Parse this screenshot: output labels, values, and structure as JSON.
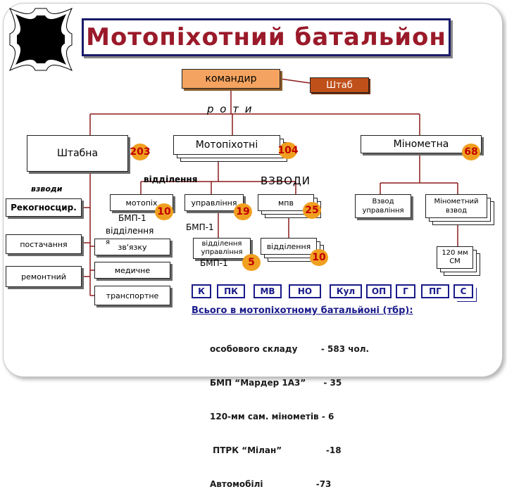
{
  "title": "Мотопіхотний батальйон",
  "commander": "командир",
  "staff": "Штаб",
  "companies_label": "р о т и",
  "companies": [
    {
      "label": "Штабна",
      "count": "203"
    },
    {
      "label": "Мотопіхотні",
      "count": "104"
    },
    {
      "label": "Мінометна",
      "count": "68"
    }
  ],
  "platoons_label_left": "взводи",
  "platoons_label_center": "ВЗВОДИ",
  "sections_label": "відділення",
  "hq_platoons": [
    "Рекогносцир.",
    "постачання",
    "ремонтний"
  ],
  "hq_sections": [
    "зв'язку",
    "медичне",
    "транспортне"
  ],
  "mot_platoons": [
    {
      "label": "мотопіх",
      "count": "10"
    },
    {
      "label": "управління",
      "count": "19"
    },
    {
      "label": "мпв",
      "count": "25"
    }
  ],
  "mot_sections": [
    {
      "label": "відділення управління",
      "count": "5"
    },
    {
      "label": "відділення",
      "count": "10"
    }
  ],
  "bmp_labels": [
    "БМП-1",
    "БМП-1",
    "БМП-1"
  ],
  "section_text": "відділення",
  "section_text2": "я",
  "mortar_platoons": [
    "Взвод управління",
    "Мінометний взвод"
  ],
  "mortar_weapon": "120 мм СМ",
  "abbreviations": [
    "К",
    "ПК",
    "МВ",
    "НО",
    "Кул",
    "ОП",
    "Г",
    "ПГ",
    "С"
  ],
  "summary_title": "Всього в мотопіхотному батальйоні (тбр):",
  "summary_lines": [
    "особового складу        - 583 чол.",
    "БМП “Мардер 1А3”      - 35",
    "120-мм сам. мінометів - 6",
    " ПТРК “Мілан”               -18",
    "Автомобілі                  -73"
  ],
  "colors": {
    "title": "#9a1a2a",
    "commander": "#f4a460",
    "staff": "#c0501a",
    "badge": "#f0a020",
    "badge_text": "#c00000",
    "summary": "#1a1a8a"
  }
}
